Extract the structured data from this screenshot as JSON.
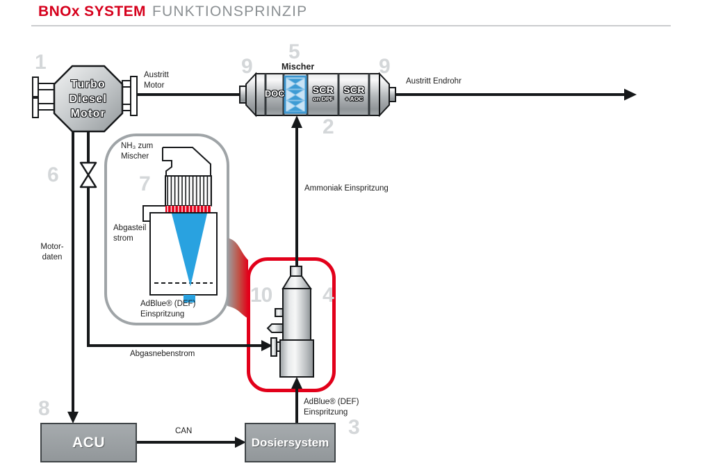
{
  "title": {
    "brand": "BNOx SYSTEM",
    "subtitle": "FUNKTIONSPRINZIP"
  },
  "colors": {
    "accent_red": "#e2001a",
    "number_gray": "#d4d7d9",
    "box_gray": "#9aa0a3",
    "spray_blue": "#29a2e0"
  },
  "step_numbers": {
    "motor": "1",
    "converter": "2",
    "dosing_system": "3",
    "reactor_module": "4",
    "mixer": "5",
    "exhaust_valve": "6",
    "detail_view": "7",
    "acu": "8",
    "outlet_left": "9",
    "outlet_right": "9",
    "injector": "10"
  },
  "motor": {
    "lines": [
      "Turbo",
      "Diesel",
      "Motor"
    ]
  },
  "converter": {
    "mischer_label": "Mischer",
    "sections": [
      {
        "main": "DOC",
        "sub": ""
      },
      {
        "main": "SCR",
        "sub": "on DPF"
      },
      {
        "main": "SCR",
        "sub": "+ AOC"
      }
    ]
  },
  "labels": {
    "austritt_motor": [
      "Austritt",
      "Motor"
    ],
    "austritt_endrohr": "Austritt Endrohr",
    "ammoniak": "Ammoniak Einspritzung",
    "nh3": [
      "NH₃ zum",
      "Mischer"
    ],
    "abgasteilstrom": [
      "Abgasteil",
      "strom"
    ],
    "adblue_bubble": [
      "AdBlue® (DEF)",
      "Einspritzung"
    ],
    "motordaten": [
      "Motor-",
      "daten"
    ],
    "abgasnebenstrom": "Abgasnebenstrom",
    "can": "CAN",
    "adblue_dosing": [
      "AdBlue® (DEF)",
      "Einspritzung"
    ]
  },
  "boxes": {
    "acu": "ACU",
    "dosiersystem": "Dosiersystem"
  }
}
